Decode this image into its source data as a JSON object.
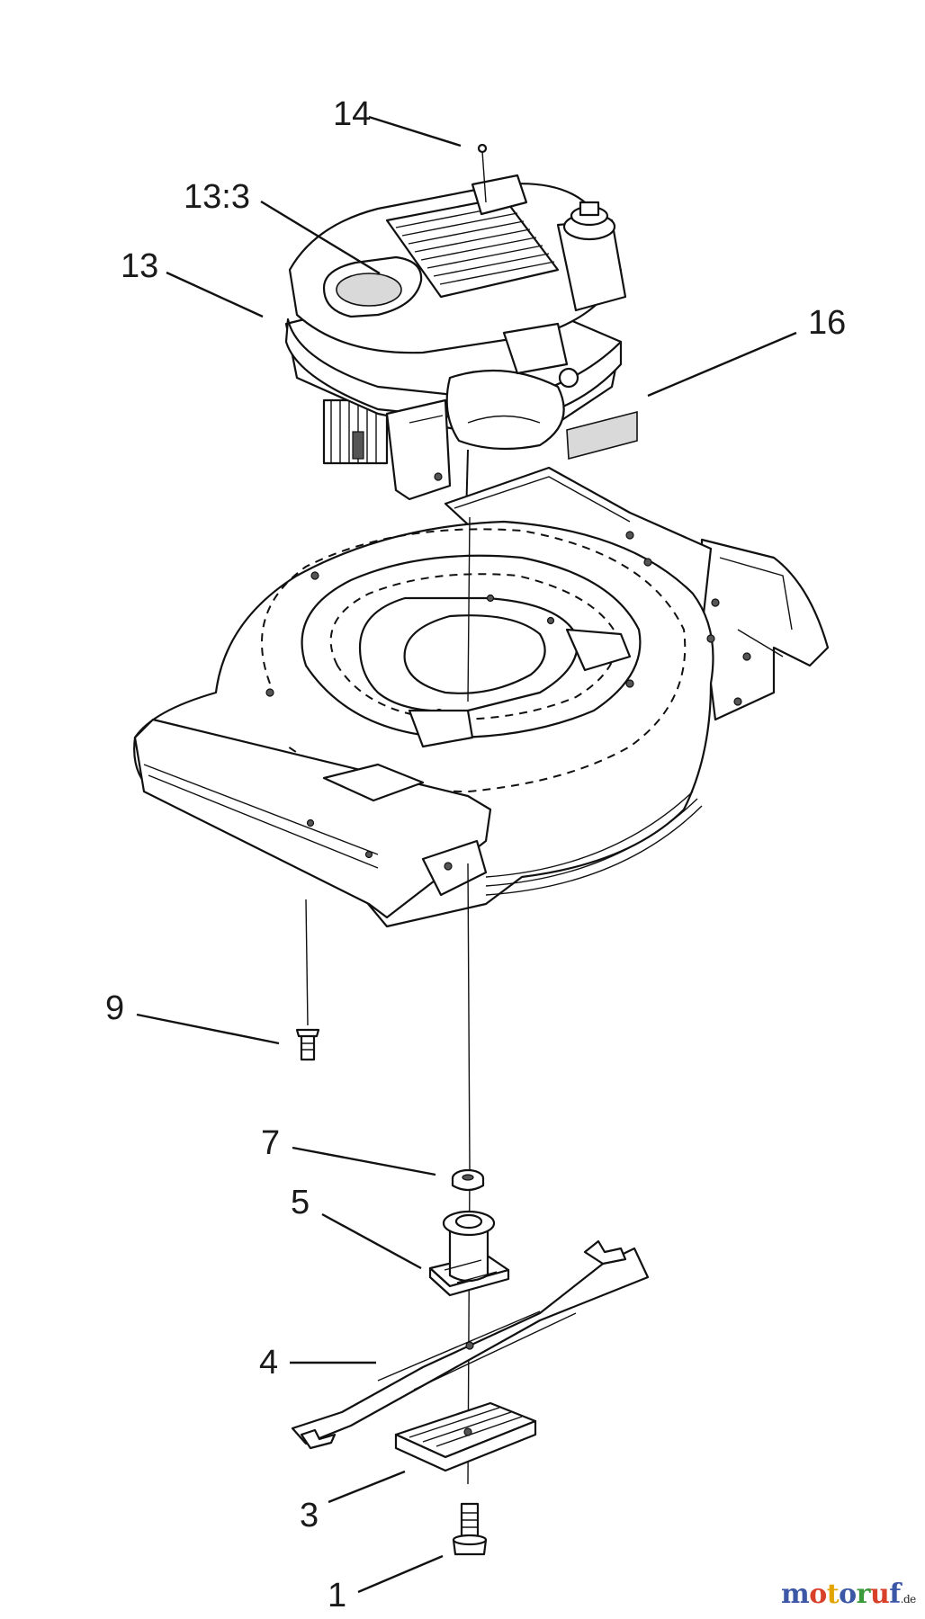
{
  "diagram": {
    "callouts": [
      {
        "id": "c14",
        "label": "14",
        "part": "engine-mount-screw"
      },
      {
        "id": "c13-3",
        "label": "13:3",
        "part": "engine-cover-badge"
      },
      {
        "id": "c13",
        "label": "13",
        "part": "engine"
      },
      {
        "id": "c16",
        "label": "16",
        "part": "decal-label"
      },
      {
        "id": "c9",
        "label": "9",
        "part": "deck-bolt"
      },
      {
        "id": "c7",
        "label": "7",
        "part": "blade-nut-washer"
      },
      {
        "id": "c5",
        "label": "5",
        "part": "blade-adapter"
      },
      {
        "id": "c4",
        "label": "4",
        "part": "mower-blade"
      },
      {
        "id": "c3",
        "label": "3",
        "part": "blade-stiffener-plate"
      },
      {
        "id": "c1",
        "label": "1",
        "part": "blade-bolt"
      }
    ]
  },
  "watermark": {
    "letters": [
      {
        "ch": "m",
        "color": "#3b57a6"
      },
      {
        "ch": "o",
        "color": "#d9402a"
      },
      {
        "ch": "t",
        "color": "#e2a400"
      },
      {
        "ch": "o",
        "color": "#3b57a6"
      },
      {
        "ch": "r",
        "color": "#3a9a3a"
      },
      {
        "ch": "u",
        "color": "#d9402a"
      },
      {
        "ch": "f",
        "color": "#3b57a6"
      }
    ],
    "tld": ".de"
  }
}
